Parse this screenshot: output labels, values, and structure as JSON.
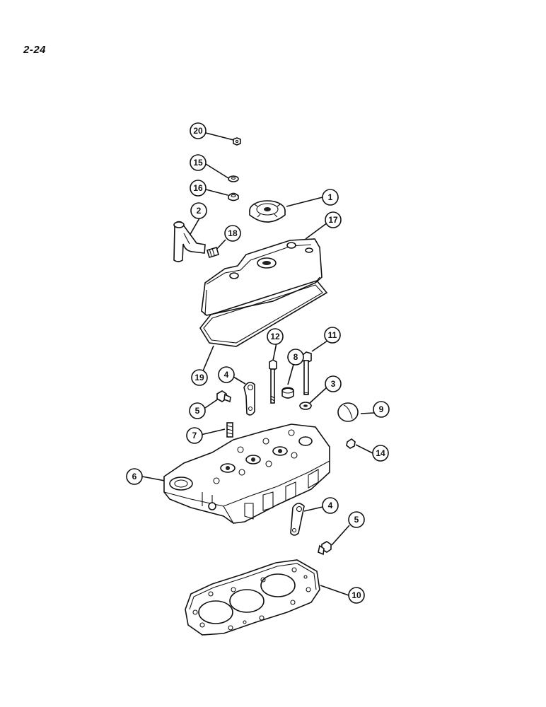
{
  "page_number": "2-24",
  "callouts": [
    {
      "id": "20",
      "label": "20"
    },
    {
      "id": "15",
      "label": "15"
    },
    {
      "id": "16",
      "label": "16"
    },
    {
      "id": "1",
      "label": "1"
    },
    {
      "id": "2",
      "label": "2"
    },
    {
      "id": "18",
      "label": "18"
    },
    {
      "id": "17",
      "label": "17"
    },
    {
      "id": "12",
      "label": "12"
    },
    {
      "id": "11",
      "label": "11"
    },
    {
      "id": "8",
      "label": "8"
    },
    {
      "id": "19",
      "label": "19"
    },
    {
      "id": "4a",
      "label": "4"
    },
    {
      "id": "3",
      "label": "3"
    },
    {
      "id": "5a",
      "label": "5"
    },
    {
      "id": "9",
      "label": "9"
    },
    {
      "id": "7",
      "label": "7"
    },
    {
      "id": "14",
      "label": "14"
    },
    {
      "id": "6",
      "label": "6"
    },
    {
      "id": "4b",
      "label": "4"
    },
    {
      "id": "5b",
      "label": "5"
    },
    {
      "id": "10",
      "label": "10"
    }
  ]
}
